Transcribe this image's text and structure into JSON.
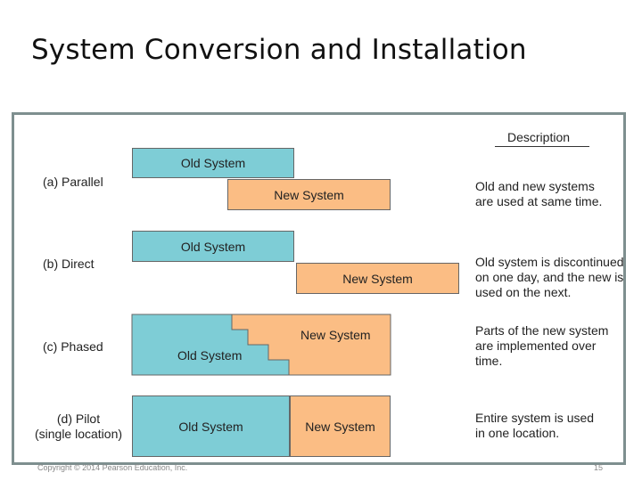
{
  "slide": {
    "title": "System Conversion and Installation",
    "footer_left": "Copyright © 2014 Pearson Education, Inc.",
    "footer_right": "15"
  },
  "figure": {
    "description_header": "Description",
    "rows": [
      {
        "label": "(a) Parallel",
        "old_label": "Old System",
        "new_label": "New System",
        "description": "Old and new systems\nare used at same time."
      },
      {
        "label": "(b) Direct",
        "old_label": "Old System",
        "new_label": "New System",
        "description": "Old system is discontinued\non one day, and the new is\nused on the next."
      },
      {
        "label": "(c) Phased",
        "old_label": "Old System",
        "new_label": "New System",
        "description": "Parts of the new system\nare implemented over\ntime."
      },
      {
        "label": "(d) Pilot\n(single location)",
        "label_line1": "(d) Pilot",
        "label_line2": "(single location)",
        "old_label": "Old System",
        "new_label": "New System",
        "description": "Entire system is used\nin one location."
      }
    ],
    "colors": {
      "old_system": "#7ecdd6",
      "new_system": "#fbbd84",
      "frame": "#7e8f8f"
    }
  }
}
